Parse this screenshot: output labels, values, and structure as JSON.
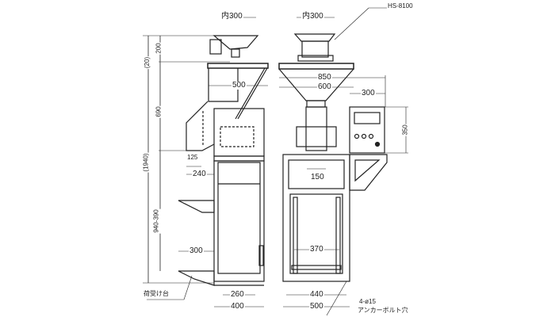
{
  "model": "HS-8100",
  "side_view": {
    "inner_width": "内300",
    "dim_200": "200",
    "dim_20": "(20)",
    "dim_690": "690",
    "dim_1940": "(1940)",
    "dim_940_390": "940-390",
    "dim_500": "500",
    "dim_125": "125",
    "dim_240": "240",
    "dim_300": "300",
    "dim_260": "260",
    "dim_400": "400",
    "receiving_table": "荷受け台"
  },
  "front_view": {
    "inner_width": "内300",
    "dim_850": "850",
    "dim_600": "600",
    "dim_300": "300",
    "dim_350": "350",
    "dim_150": "150",
    "dim_370": "370",
    "dim_440": "440",
    "dim_500": "500",
    "anchor_holes": "4-ø15",
    "anchor_note": "アンカーボルト穴"
  }
}
